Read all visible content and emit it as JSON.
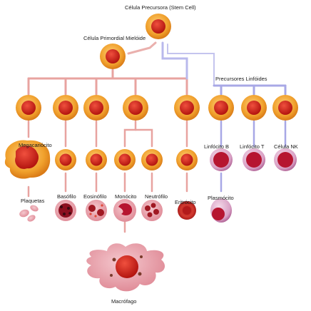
{
  "labels": {
    "stem_cell": "Célula Precursora (Stem Cell)",
    "myeloid_progenitor": "Célula Primordial Mielóide",
    "lymphoid_progenitors": "Precursores Linfóides",
    "megakaryocyte": "Megacariócito",
    "platelets": "Plaquetas",
    "basophil": "Basófilo",
    "eosinophil": "Eosinófilo",
    "monocyte": "Monócito",
    "neutrophil": "Neutrófilo",
    "erythrocyte": "Eritrócito",
    "b_lymphocyte": "Linfócito B",
    "t_lymphocyte": "Linfócito T",
    "nk_cell": "Célula NK",
    "plasmocyte": "Plasmócito",
    "macrophage": "Macrófago"
  },
  "colors": {
    "blast_outer": "#f2a531",
    "blast_nucleus": "#d4231c",
    "myeloid_arrow": "#e8a3a0",
    "lymphoid_arrow": "#a8a8e6",
    "lymph_cytoplasm": "#c16a9c",
    "red_cell": "#c8282a"
  }
}
